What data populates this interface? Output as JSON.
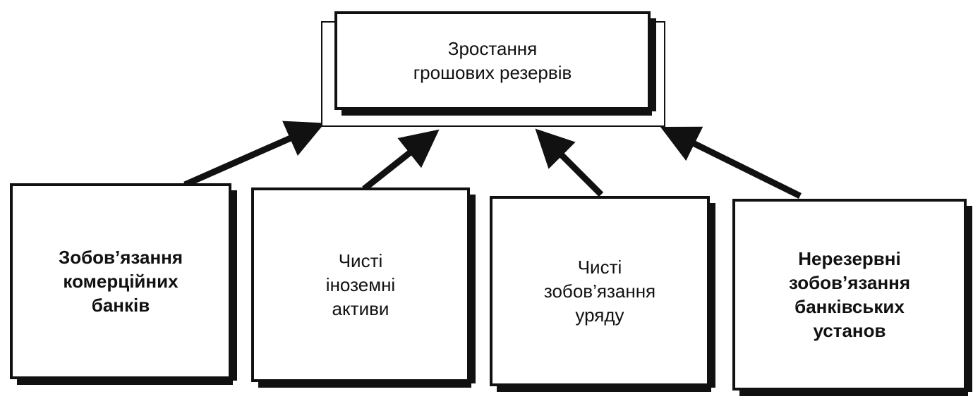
{
  "diagram": {
    "root": {
      "label": "Зростання\nгрошових резервів"
    },
    "sources": [
      {
        "label": "Зобов’язання\nкомерційних\nбанків"
      },
      {
        "label": "Чисті\nіноземні\nактиви"
      },
      {
        "label": "Чисті\nзобов’язання\nуряду"
      },
      {
        "label": "Нерезервні\nзобов’язання\nбанківських\nустанов"
      }
    ],
    "colors": {
      "ink": "#111111",
      "background": "#ffffff"
    }
  }
}
